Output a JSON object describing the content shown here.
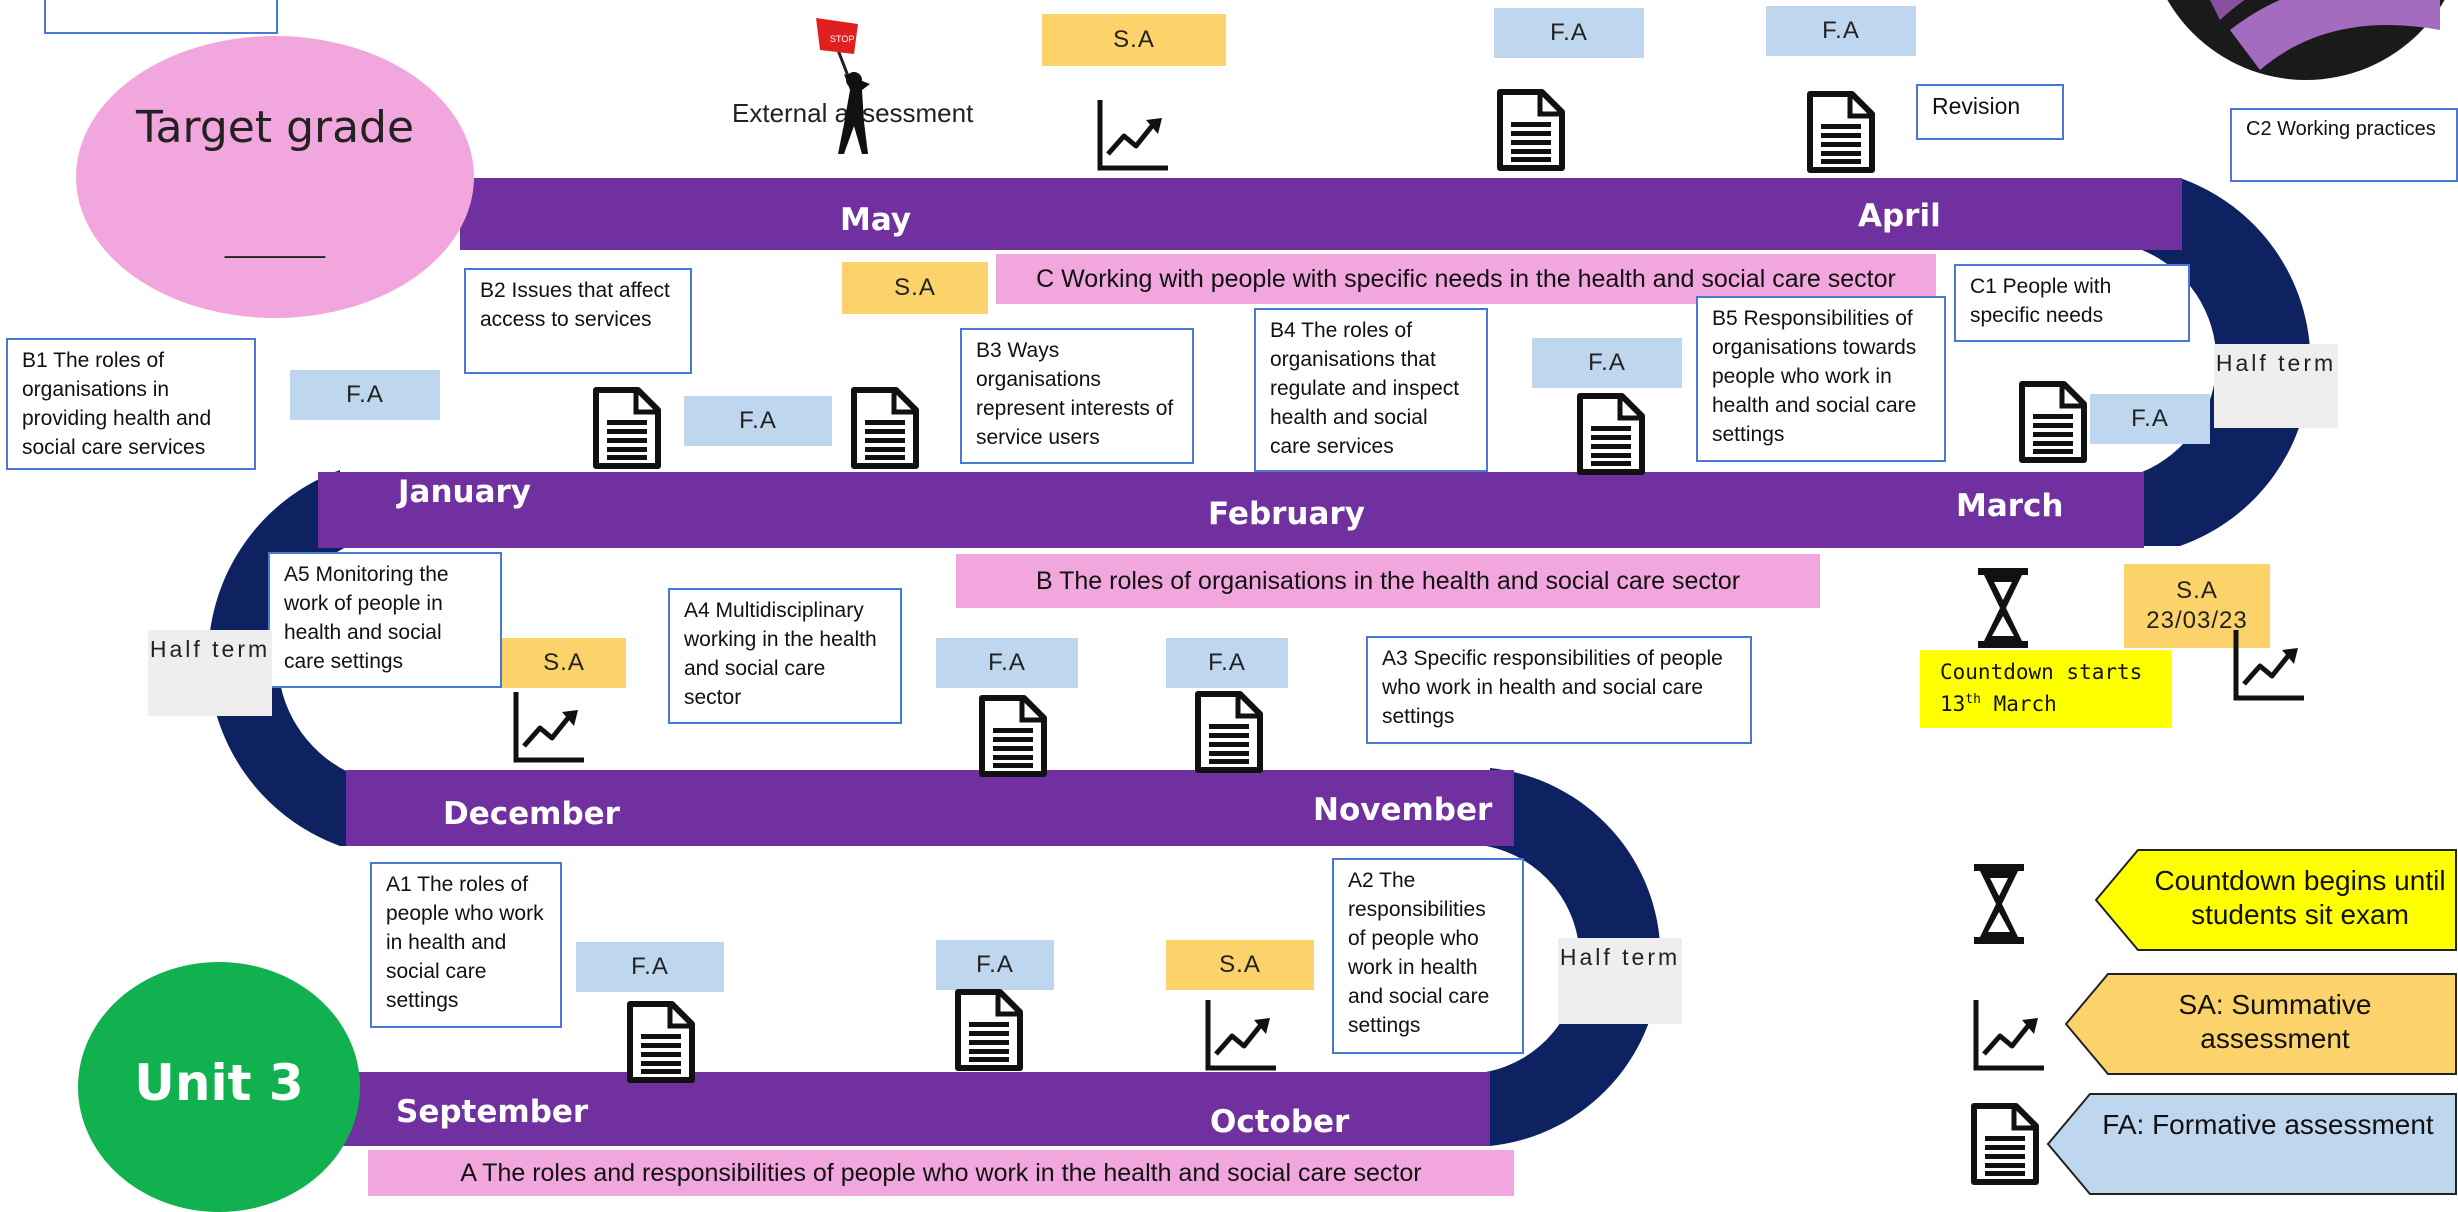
{
  "title_shapes": {
    "target_grade": "Target grade",
    "target_blank": "______",
    "unit": "Unit 3"
  },
  "months": {
    "may": "May",
    "april": "April",
    "january": "January",
    "february": "February",
    "march": "March",
    "december": "December",
    "november": "November",
    "september": "September",
    "october": "October"
  },
  "banners": {
    "c": "C Working with people with specific needs in the health and social care sector",
    "b": "B The roles of organisations in the health and social care sector",
    "a": "A The roles and responsibilities of people who work in the health and social care sector"
  },
  "topics": {
    "b1": "B1 The roles of organisations in providing health and social care services",
    "b2": "B2 Issues that affect access to services",
    "b3": "B3 Ways organisations represent interests of service users",
    "b4": "B4 The roles of organisations that regulate and inspect health and social care services",
    "b5": "B5 Responsibilities of organisations towards people who work in health and social care settings",
    "c1": "C1 People with specific needs",
    "c2": "C2 Working practices",
    "revision": "Revision",
    "a1": "A1 The roles of people who work in health and social care settings",
    "a2": "A2 The responsibilities of people who work in health and social care settings",
    "a3": "A3 Specific responsibilities of people who work in health and social care settings",
    "a4": "A4 Multidisciplinary working in the health and social care sector",
    "a5": "A5 Monitoring the work of people in health and social care settings"
  },
  "assessment_labels": {
    "fa": "F.A",
    "sa": "S.A",
    "sa_date": "S.A 23/03/23",
    "external": "External assessment",
    "stop": "STOP",
    "half_term": "Half term"
  },
  "countdown_note": {
    "line1": "Countdown starts",
    "line2_num": "13",
    "line2_sup": "th",
    "line2_rest": " March"
  },
  "legend": {
    "countdown": "Countdown begins until students sit exam",
    "sa": "SA: Summative assessment",
    "fa": "FA: Formative assessment"
  },
  "colors": {
    "track_purple": "#7030a0",
    "curve_navy": "#0e2160",
    "banner_pink": "#f1a7dd",
    "fa_blue": "#bfd7ee",
    "sa_yellow": "#fbd36a",
    "unit_green": "#12b14f",
    "target_pink": "#f1a7dd",
    "countdown_yellow": "#ffff00"
  },
  "icons": [
    "document-icon",
    "chart-up-icon",
    "hourglass-icon",
    "flag-person-icon",
    "logo"
  ]
}
